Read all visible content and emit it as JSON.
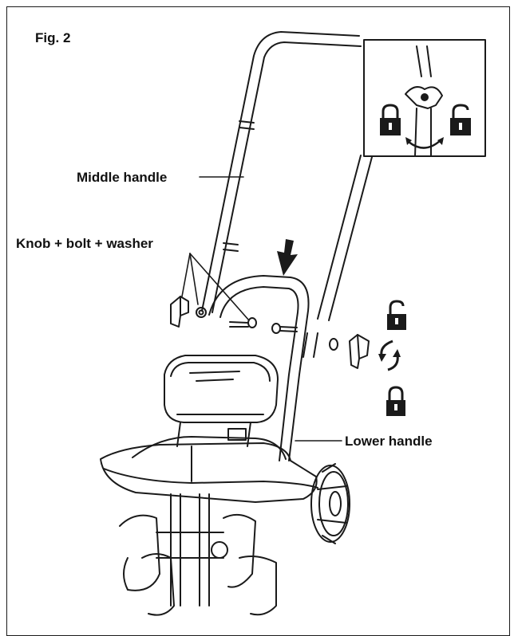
{
  "figure": {
    "title": "Fig. 2"
  },
  "labels": {
    "middle_handle": "Middle handle",
    "knob_bolt_washer": "Knob + bolt + washer",
    "lower_handle": "Lower handle"
  },
  "icons": {
    "lock_closed": "padlock-locked-icon",
    "lock_open": "padlock-unlocked-icon",
    "rotate": "rotate-arrows-icon",
    "down_arrow": "down-arrow-icon"
  },
  "colors": {
    "line": "#1a1a1a",
    "background": "#ffffff"
  }
}
